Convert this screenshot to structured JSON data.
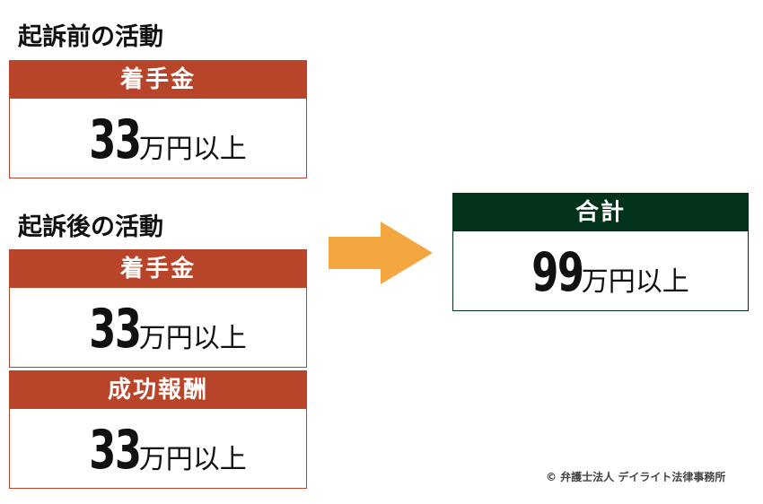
{
  "pre_litigation": {
    "title": "起訴前の活動",
    "retainer": {
      "label": "着手金",
      "amount": "33",
      "unit": "万円以上"
    }
  },
  "post_litigation": {
    "title": "起訴後の活動",
    "retainer": {
      "label": "着手金",
      "amount": "33",
      "unit": "万円以上"
    },
    "success_fee": {
      "label": "成功報酬",
      "amount": "33",
      "unit": "万円以上"
    }
  },
  "total": {
    "label": "合計",
    "amount": "99",
    "unit": "万円以上"
  },
  "arrow": {
    "icon": "arrow-right-icon",
    "color": "#f4a641"
  },
  "colors": {
    "fee_header": "#b8442a",
    "total_header": "#00331a"
  },
  "copyright": "© 弁護士法人 デイライト法律事務所"
}
